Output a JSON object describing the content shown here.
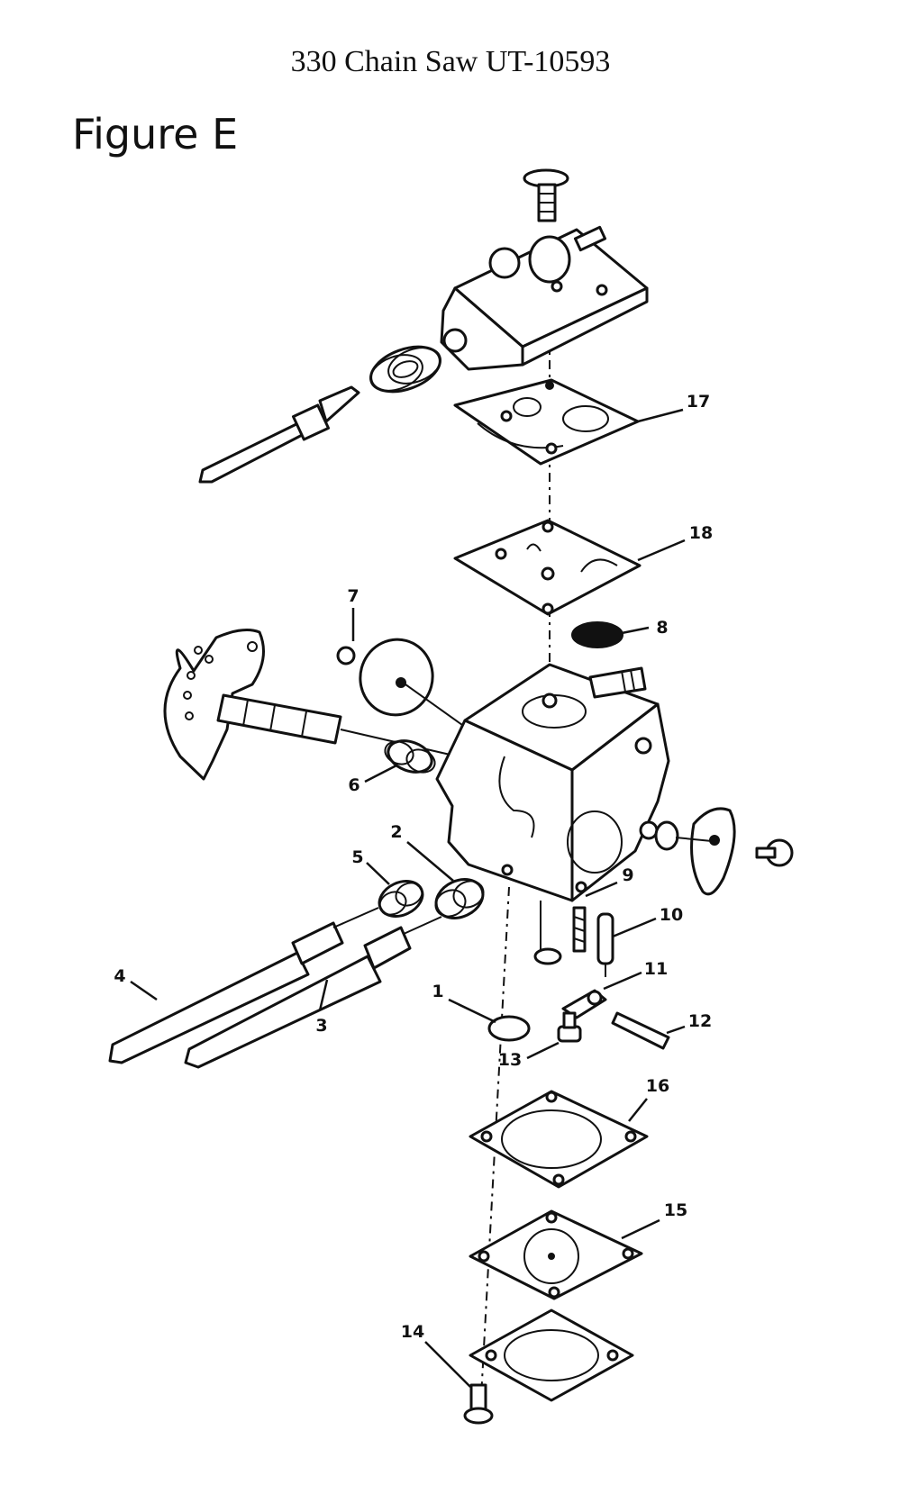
{
  "header": {
    "doc_title": "330 Chain Saw UT-10593",
    "figure_title": "Figure E"
  },
  "callouts": [
    {
      "number": "1"
    },
    {
      "number": "2"
    },
    {
      "number": "3"
    },
    {
      "number": "4"
    },
    {
      "number": "5"
    },
    {
      "number": "6"
    },
    {
      "number": "7"
    },
    {
      "number": "8"
    },
    {
      "number": "9"
    },
    {
      "number": "10"
    },
    {
      "number": "11"
    },
    {
      "number": "12"
    },
    {
      "number": "13"
    },
    {
      "number": "14"
    },
    {
      "number": "15"
    },
    {
      "number": "16"
    },
    {
      "number": "17"
    },
    {
      "number": "18"
    }
  ]
}
